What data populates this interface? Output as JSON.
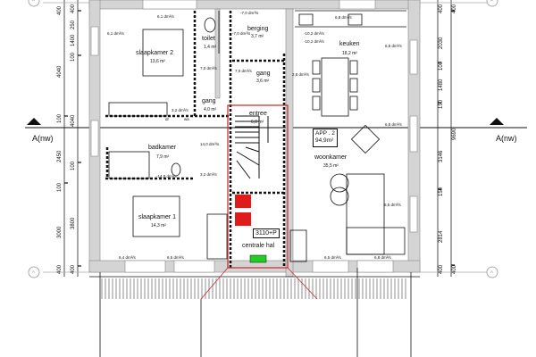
{
  "rooms": {
    "slaapkamer2": {
      "name": "slaapkamer 2",
      "area": "13,6 m²"
    },
    "toilet": {
      "name": "toilet",
      "area": "1,4 m²"
    },
    "berging": {
      "name": "berging",
      "area": "3,7 m²"
    },
    "gang1": {
      "name": "gang",
      "area": "4,0 m²"
    },
    "gang2": {
      "name": "gang",
      "area": "3,6 m²"
    },
    "entree": {
      "name": "entree",
      "area": "6,0 m²"
    },
    "keuken": {
      "name": "keuken",
      "area": "18,2 m²"
    },
    "badkamer": {
      "name": "badkamer",
      "area": "7,9 m²"
    },
    "woonkamer": {
      "name": "woonkamer",
      "area": "35,5 m²"
    },
    "slaapkamer1": {
      "name": "slaapkamer 1",
      "area": "14,3 m²"
    },
    "centrale_hal": {
      "name": "centrale hal"
    }
  },
  "apartment": {
    "label": "APP . 2",
    "area": "94,9m²"
  },
  "meter_label": "3110+P",
  "closet_labels": [
    "dr",
    "wa"
  ],
  "airflows": [
    "6,1 dm³/s",
    "6,1 dm³/s",
    "-7,0 dm³/s",
    "-7,0 dm³/s",
    "7,0 dm³/s",
    "7,0 dm³/s",
    "2,8 dm³/s",
    "3,2 dm³/s",
    "6,8 dm³/s",
    "-10,2 dm³/s",
    "-10,2 dm³/s",
    "6,5 dm³/s",
    "6,5 dm³/s",
    "14,0 dm³/s",
    "-14,0 dm³/s",
    "3,2 dm³/s",
    "6,5 dm³/s",
    "6,4 dm³/s",
    "6,5 dm³/s",
    "6,5 dm³/s",
    "6,8 dm³/s"
  ],
  "section_label": "A(nw)",
  "grid_labels": [
    "B",
    "A"
  ],
  "dims_left_outer": [
    "400",
    "4040",
    "100",
    "2450",
    "100",
    "3000",
    "400"
  ],
  "dims_left_inner": [
    "400",
    "250",
    "1400",
    "100",
    "4040",
    "100",
    "3800",
    "400"
  ],
  "dims_right_inner": [
    "400",
    "2030",
    "100",
    "1480",
    "150",
    "3146",
    "150",
    "2814",
    "400"
  ],
  "dims_right_outer": [
    "400",
    "9690",
    "400"
  ]
}
